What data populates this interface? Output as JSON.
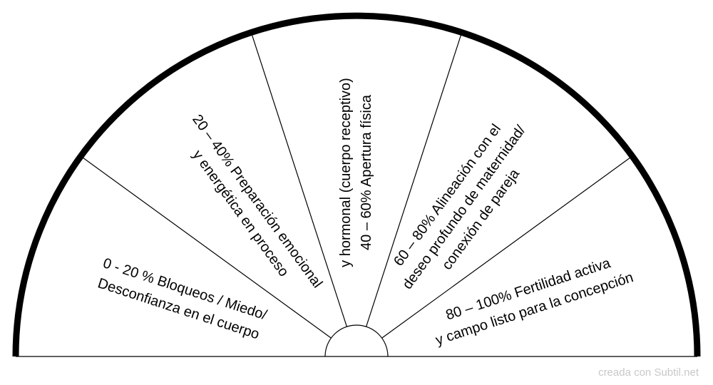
{
  "chart_data": {
    "type": "semicircle-dial",
    "segments": [
      {
        "lines": [
          "0 - 20 % Bloqueos / Miedo/",
          "Desconfianza en el cuerpo"
        ]
      },
      {
        "lines": [
          "20 – 40% Preparación emocional",
          "y energética en proceso"
        ]
      },
      {
        "lines": [
          "40 – 60% Apertura física",
          "y hormonal (cuerpo receptivo)"
        ]
      },
      {
        "lines": [
          "60 – 80% Alineación con el",
          "deseo profundo de maternidad/",
          "conexión de pareja"
        ]
      },
      {
        "lines": [
          "80 – 100% Fertilidad activa",
          "y campo listo para la concepción"
        ]
      }
    ]
  },
  "footer": {
    "credit": "creada con Subtil.net"
  },
  "colors": {
    "stroke": "#000000",
    "background": "#ffffff",
    "credit": "#c8c8c8"
  }
}
